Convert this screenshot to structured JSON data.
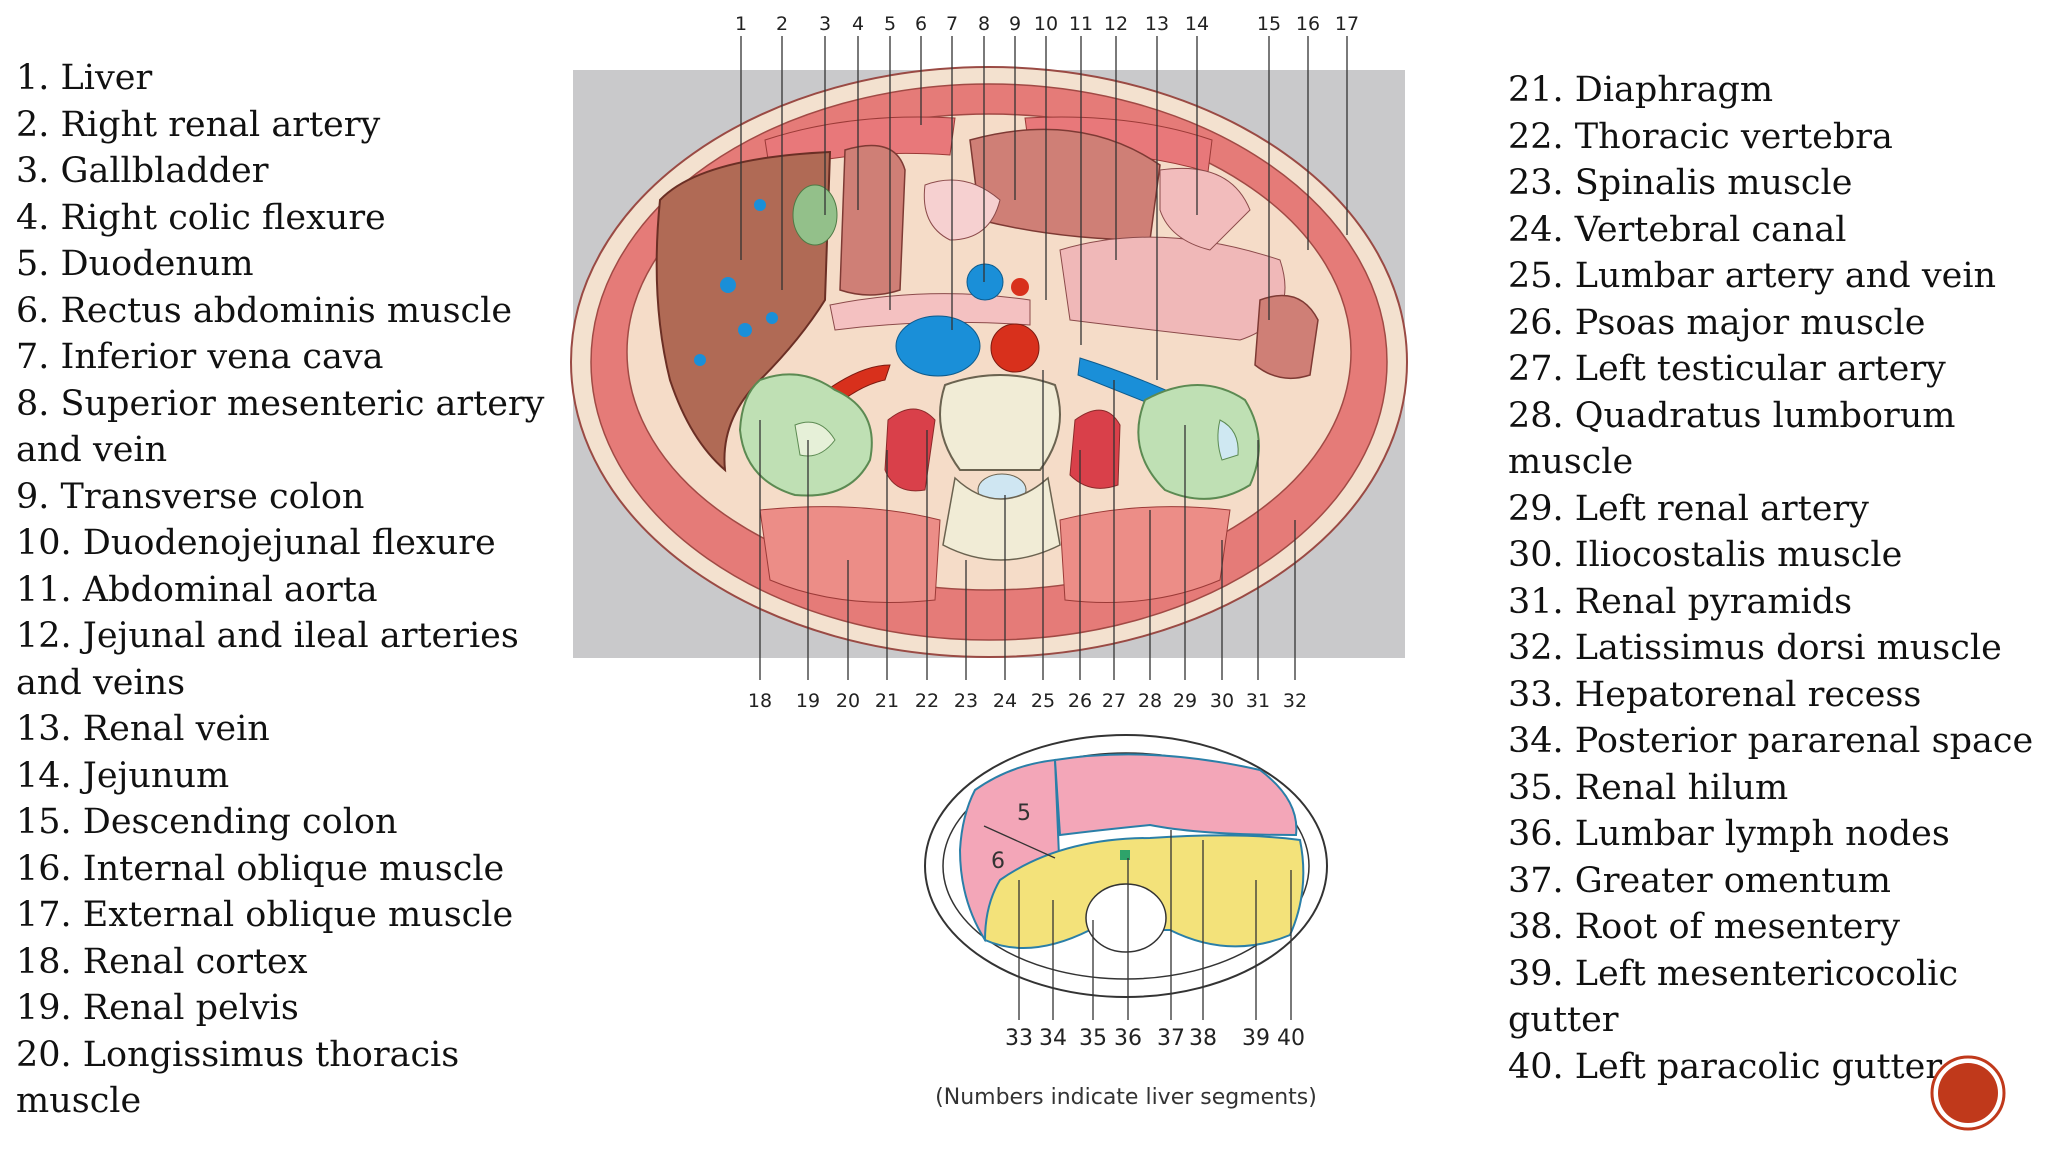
{
  "legend_left": [
    "1. Liver",
    "2. Right renal artery",
    "3. Gallbladder",
    "4. Right colic flexure",
    "5. Duodenum",
    "6. Rectus abdominis muscle",
    "7. Inferior vena cava",
    "8. Superior mesenteric artery\nand vein",
    "9. Transverse colon",
    "10. Duodenojejunal flexure",
    "11. Abdominal aorta",
    "12. Jejunal and ileal arteries\nand veins",
    "13. Renal vein",
    "14. Jejunum",
    "15. Descending colon",
    "16. Internal oblique muscle",
    "17. External oblique muscle",
    "18. Renal cortex",
    "19. Renal pelvis",
    "20. Longissimus thoracis\nmuscle"
  ],
  "legend_right": [
    "21. Diaphragm",
    "22. Thoracic vertebra",
    "23. Spinalis muscle",
    "24. Vertebral canal",
    "25. Lumbar artery and vein",
    "26. Psoas major muscle",
    "27. Left testicular artery",
    "28. Quadratus lumborum\nmuscle",
    "29. Left renal artery",
    "30. Iliocostalis muscle",
    "31. Renal pyramids",
    "32. Latissimus dorsi muscle",
    "33. Hepatorenal recess",
    "34. Posterior pararenal space",
    "35. Renal hilum",
    "36. Lumbar lymph nodes",
    "37. Greater omentum",
    "38. Root of mesentery",
    "39. Left mesentericocolic\ngutter",
    "40. Left paracolic gutter"
  ],
  "top_numbers": [
    "1",
    "2",
    "3",
    "4",
    "5",
    "6",
    "7",
    "8",
    "9",
    "10",
    "11",
    "12",
    "13",
    "14",
    "15",
    "16",
    "17"
  ],
  "bottom_numbers": [
    "18",
    "19",
    "20",
    "21",
    "22",
    "23",
    "24",
    "25",
    "26",
    "27",
    "28",
    "29",
    "30",
    "31",
    "32"
  ],
  "small_numbers": [
    "33",
    "34",
    "35",
    "36",
    "37",
    "38",
    "39",
    "40"
  ],
  "segment_labels": [
    "5",
    "6"
  ],
  "caption": "(Numbers indicate liver segments)",
  "colors": {
    "liver": "#b06a55",
    "muscle": "#e8787a",
    "fat": "#f5dcc8",
    "kidney": "#bfe0b4",
    "vein": "#1a8fd8",
    "artery": "#d8301c",
    "bowel": "#f0b8b8",
    "background_panel": "#c9c9cb",
    "peritoneal_yellow": "#f3e27a",
    "peritoneal_pink": "#f3a6b8",
    "slide_badge": "#c0391b"
  }
}
